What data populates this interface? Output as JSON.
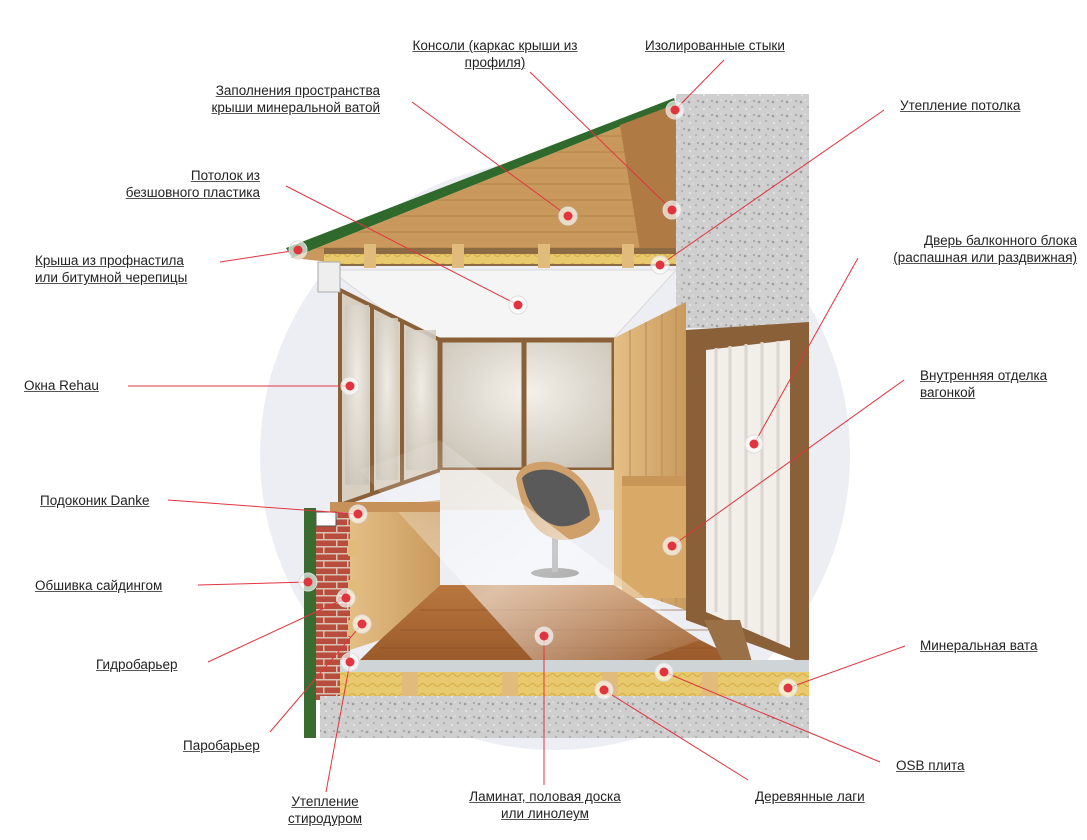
{
  "colors": {
    "leader": "#e2343f",
    "marker": "#e2343f",
    "concrete": "#c9c9c9",
    "wood": "#c9965a",
    "brick": "#b94a3c",
    "roof": "#2f5e2a",
    "backdrop": "#eceef4"
  },
  "labels": {
    "consoles": [
      "Консоли (каркас крыши из",
      "профиля)"
    ],
    "joints": [
      "Изолированные стыки"
    ],
    "roof_fill": [
      "Заполнения пространства",
      "крыши минеральной ватой"
    ],
    "ceiling_insulation": [
      "Утепление потолка"
    ],
    "ceiling": [
      "Потолок из",
      "безшовного пластика"
    ],
    "roof": [
      "Крыша из профнастила",
      "или битумной черепицы"
    ],
    "door": [
      "Дверь балконного блока",
      "(распашная или раздвижная)"
    ],
    "windows": [
      "Окна Rehau"
    ],
    "interior": [
      "Внутренняя отделка",
      "вагонкой"
    ],
    "sill": [
      "Подоконик Danke"
    ],
    "siding": [
      "Обшивка сайдингом"
    ],
    "mineral_wool": [
      "Минеральная вата"
    ],
    "hydrobarrier": [
      "Гидробарьер"
    ],
    "vaporbarrier": [
      "Паробарьер"
    ],
    "osb": [
      "OSB плита"
    ],
    "styrodur": [
      "Утепление",
      "стиродуром"
    ],
    "laminate": [
      "Ламинат, половая доска",
      "или линолеум"
    ],
    "joists": [
      "Деревянные лаги"
    ]
  }
}
